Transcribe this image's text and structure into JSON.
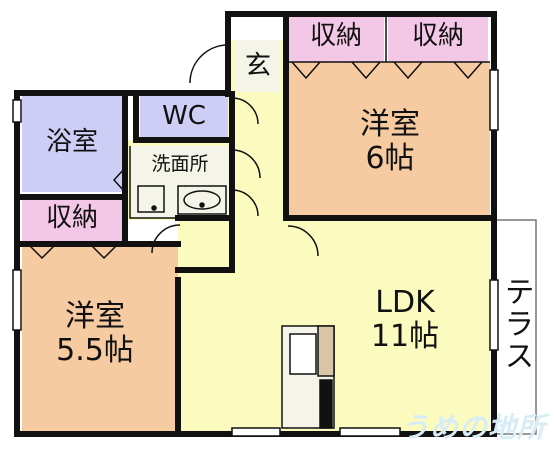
{
  "rooms": {
    "genkan": "玄",
    "storage_top_left": "収納",
    "storage_top_right": "収納",
    "western_6_line1": "洋室",
    "western_6_line2": "6帖",
    "wc": "WC",
    "bath": "浴室",
    "washroom": "洗面所",
    "storage_left": "収納",
    "western_55_line1": "洋室",
    "western_55_line2": "5.5帖",
    "ldk_line1": "LDK",
    "ldk_line2": "11帖",
    "terrace": "テラス"
  },
  "watermark": "うめの地所",
  "colors": {
    "western_room": "#f7cba1",
    "bath_wc": "#cdcdf5",
    "storage": "#f3c7e6",
    "corridor_ldk": "#fbfbbf",
    "wall": "#111111",
    "watermark": "#d7ecf5"
  }
}
